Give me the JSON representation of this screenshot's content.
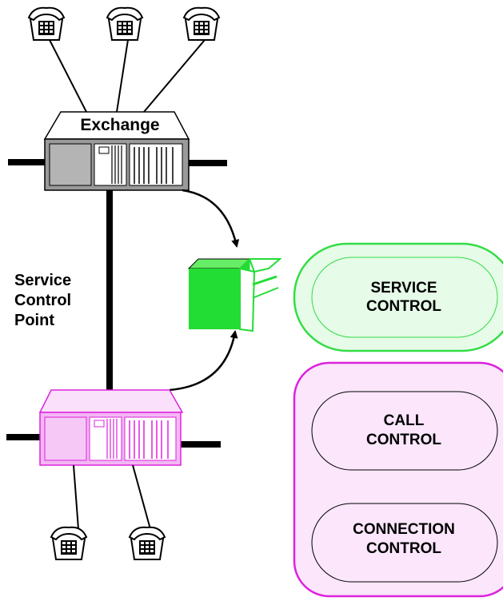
{
  "exchange": {
    "label": "Exchange"
  },
  "scp": {
    "label_lines": [
      "Service",
      "Control",
      "Point"
    ]
  },
  "panels": {
    "service": {
      "lines": [
        "SERVICE",
        "CONTROL"
      ]
    },
    "call": {
      "lines": [
        "CALL",
        "CONTROL"
      ]
    },
    "connection": {
      "lines": [
        "CONNECTION",
        "CONTROL"
      ]
    }
  },
  "colors": {
    "green_stroke": "#33dd44",
    "green_fill": "#e6fbe8",
    "green_box": "#22dd33",
    "magenta_stroke": "#dd22dd",
    "magenta_fill": "#fbe6fb",
    "magenta_equipment": "#f3b8f3",
    "gray_equipment": "#9a9a9a"
  }
}
